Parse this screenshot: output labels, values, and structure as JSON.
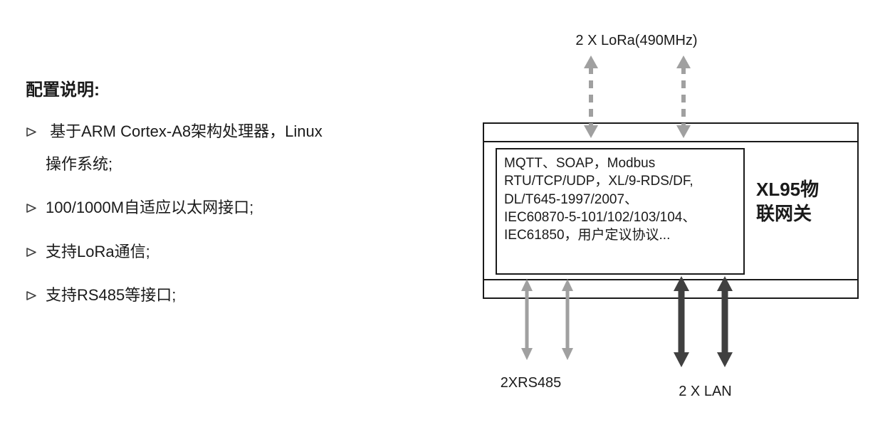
{
  "config": {
    "title": "配置说明:",
    "bullet_icon": "arrow-right-outline",
    "items": [
      {
        "text": " 基于ARM Cortex-A8架构处理器，Linux\n操作系统;"
      },
      {
        "text": "100/1000M自适应以太网接口;"
      },
      {
        "text": "支持LoRa通信;"
      },
      {
        "text": "支持RS485等接口;"
      }
    ]
  },
  "diagram": {
    "top_label": "2 X LoRa(490MHz)",
    "protocols": "MQTT、SOAP，Modbus\nRTU/TCP/UDP，XL/9-RDS/DF,\nDL/T645-1997/2007、\nIEC60870-5-101/102/103/104、\nIEC61850，用户定议协议...",
    "device_name": "XL95物\n联网关",
    "bottom_left_label": "2XRS485",
    "bottom_right_label": "2 X LAN",
    "colors": {
      "gray_arrow": "#a0a0a0",
      "dark_arrow": "#404040",
      "box_border": "#1a1a1a"
    }
  }
}
